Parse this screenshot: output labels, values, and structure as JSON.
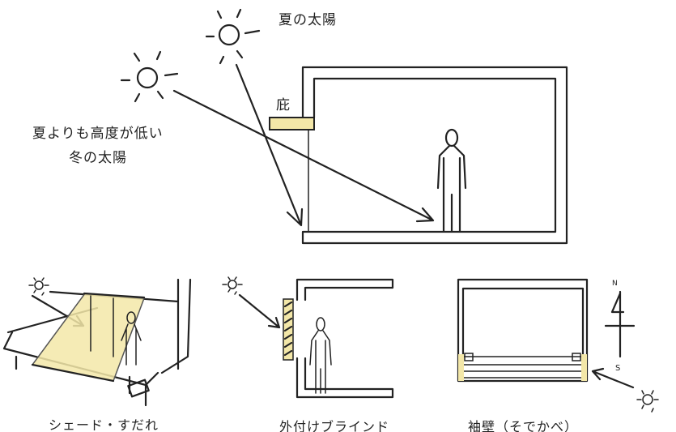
{
  "labels": {
    "summer_sun": "夏の太陽",
    "eave": "庇",
    "winter_line1": "夏よりも高度が低い",
    "winter_line2": "冬の太陽",
    "shade": "シェード・すだれ",
    "blind": "外付けブラインド",
    "wing_wall": "袖壁（そでかべ）",
    "north": "N",
    "south": "S"
  },
  "colors": {
    "accent": "#f3e7a8",
    "ink": "#222222"
  }
}
